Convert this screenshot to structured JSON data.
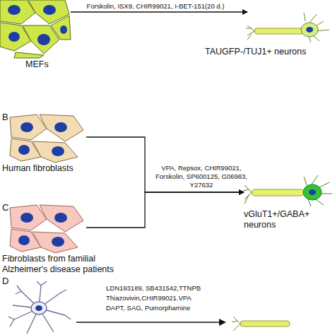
{
  "diagram": {
    "nodes": [
      {
        "text": [
          "MEFs"
        ]
      },
      {
        "text": [
          "TAUGFP-/TUJ1+ neurons"
        ]
      },
      {
        "text": [
          "Human fibroblasts"
        ]
      },
      {
        "text": [
          "Fibroblasts from familial Alzheimer's disease patients"
        ]
      },
      {
        "text": [
          "vGluT1+/GABA+ neurons"
        ]
      }
    ],
    "edges": [
      {
        "from": 0,
        "to": 1,
        "arrow": "to",
        "label": "Forskolin, ISX9, CHIR99021, I-BET-151(20 d.)"
      },
      {
        "from": 2,
        "to": 4,
        "arrow": "to",
        "label": "VPA, Repsox, CHIR99021, Forskolin, SP600125, G06983, Y27632"
      },
      {
        "from": 3,
        "to": 4,
        "arrow": "to"
      }
    ],
    "labels": [
      "B",
      "C",
      "D",
      "LDN193189, SB431542,TTNPB",
      "Thiazovivin,CHIR99021.VPA",
      "DAPT, SAG, Pumorphamine"
    ]
  }
}
